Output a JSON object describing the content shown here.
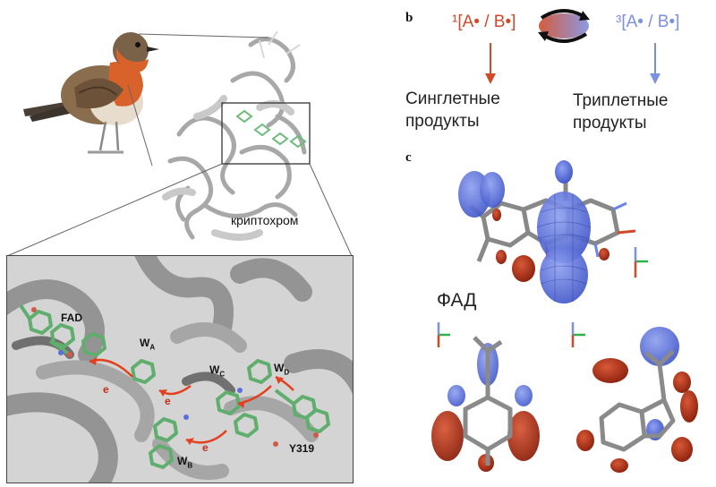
{
  "panel_a": {
    "protein_label": "криптохром",
    "inset_labels": {
      "fad": "FAD",
      "wa": "W",
      "wa_sub": "A",
      "wb": "W",
      "wb_sub": "B",
      "wc": "W",
      "wc_sub": "C",
      "wd": "W",
      "wd_sub": "D",
      "e1": "e",
      "e2": "e",
      "e3": "e",
      "y319": "Y319"
    }
  },
  "panel_b": {
    "letter": "b",
    "singlet_state": "¹[A• / B•]",
    "triplet_state": "³[A• / B•]",
    "singlet_products_line1": "Синглетные",
    "singlet_products_line2": "продукты",
    "triplet_products_line1": "Триплетные",
    "triplet_products_line2": "продукты"
  },
  "panel_c": {
    "letter": "c",
    "fad_label": "ФАД"
  },
  "colors": {
    "singlet_red": "#d04a2a",
    "triplet_blue": "#7d8fe0",
    "orbital_blue": "#5a6fd8",
    "orbital_red": "#b83218",
    "residue_green": "#5fae6e",
    "protein_gray": "#9a9a9a"
  }
}
